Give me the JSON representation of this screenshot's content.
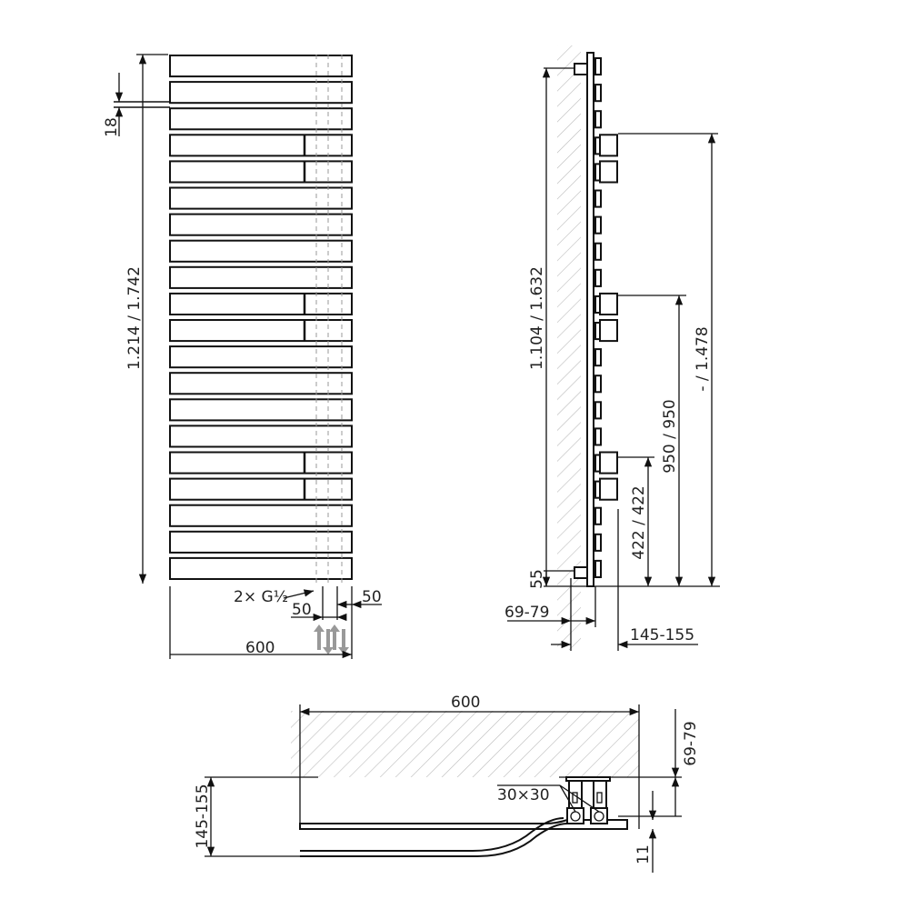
{
  "front_view": {
    "height_label": "1.214 / 1.742",
    "gap_label": "18",
    "connection_label": "2× G½",
    "pipe_spacing_label": "50",
    "edge_offset_label": "50",
    "width_label": "600",
    "bar_count": 20,
    "bars_with_hooks": [
      3,
      4,
      9,
      10,
      15,
      16
    ]
  },
  "side_view": {
    "bracket_height_label": "1.104 / 1.632",
    "top_hook_label": "- / 1.478",
    "middle_hook_label": "950 / 950",
    "bottom_hook_label": "422 / 422",
    "bottom_bracket_label": "55",
    "wall_distance_label": "69-79",
    "depth_label": "145-155"
  },
  "top_view": {
    "width_label": "600",
    "wall_distance_label": "69-79",
    "depth_label": "145-155",
    "bracket_label": "30×30",
    "offset_label": "11"
  },
  "colors": {
    "line": "#111111",
    "hatch": "#bbbbbb",
    "arrow": "#999999"
  }
}
